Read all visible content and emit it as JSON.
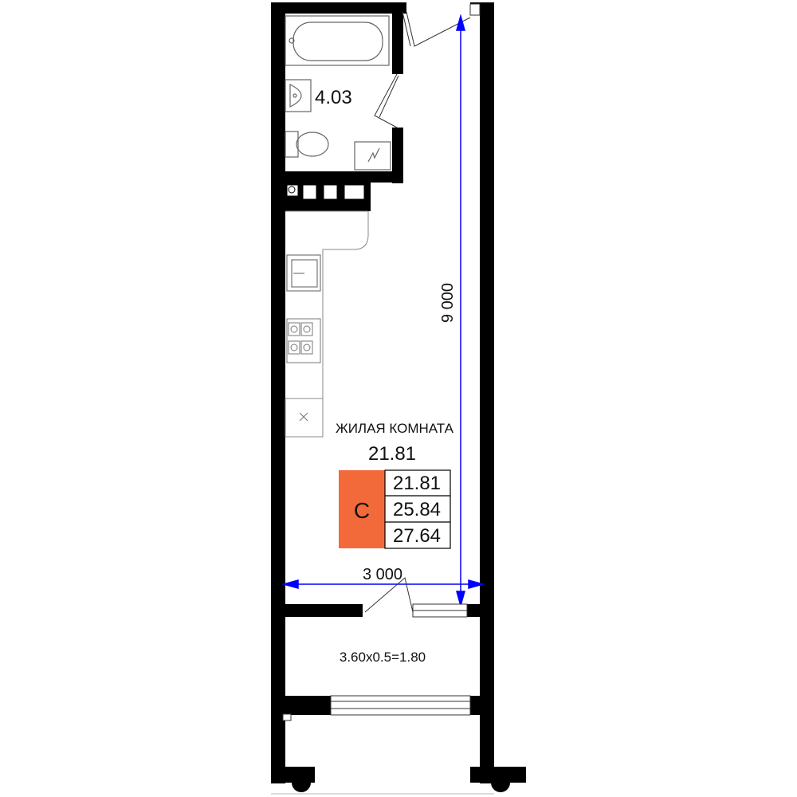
{
  "rooms": {
    "bathroom": {
      "area": "4.03"
    },
    "living": {
      "name": "ЖИЛАЯ КОМНАТА",
      "area": "21.81"
    },
    "balcony": {
      "formula": "3.60x0.5=1.80"
    }
  },
  "dimensions": {
    "length": "9 000",
    "width": "3 000"
  },
  "summary": {
    "type_letter": "C",
    "badge_color": "#f26a3a",
    "values": [
      "21.81",
      "25.84",
      "27.64"
    ]
  },
  "colors": {
    "wall": "#000000",
    "dimension_line": "#0000ff",
    "furniture_line": "#777777"
  }
}
